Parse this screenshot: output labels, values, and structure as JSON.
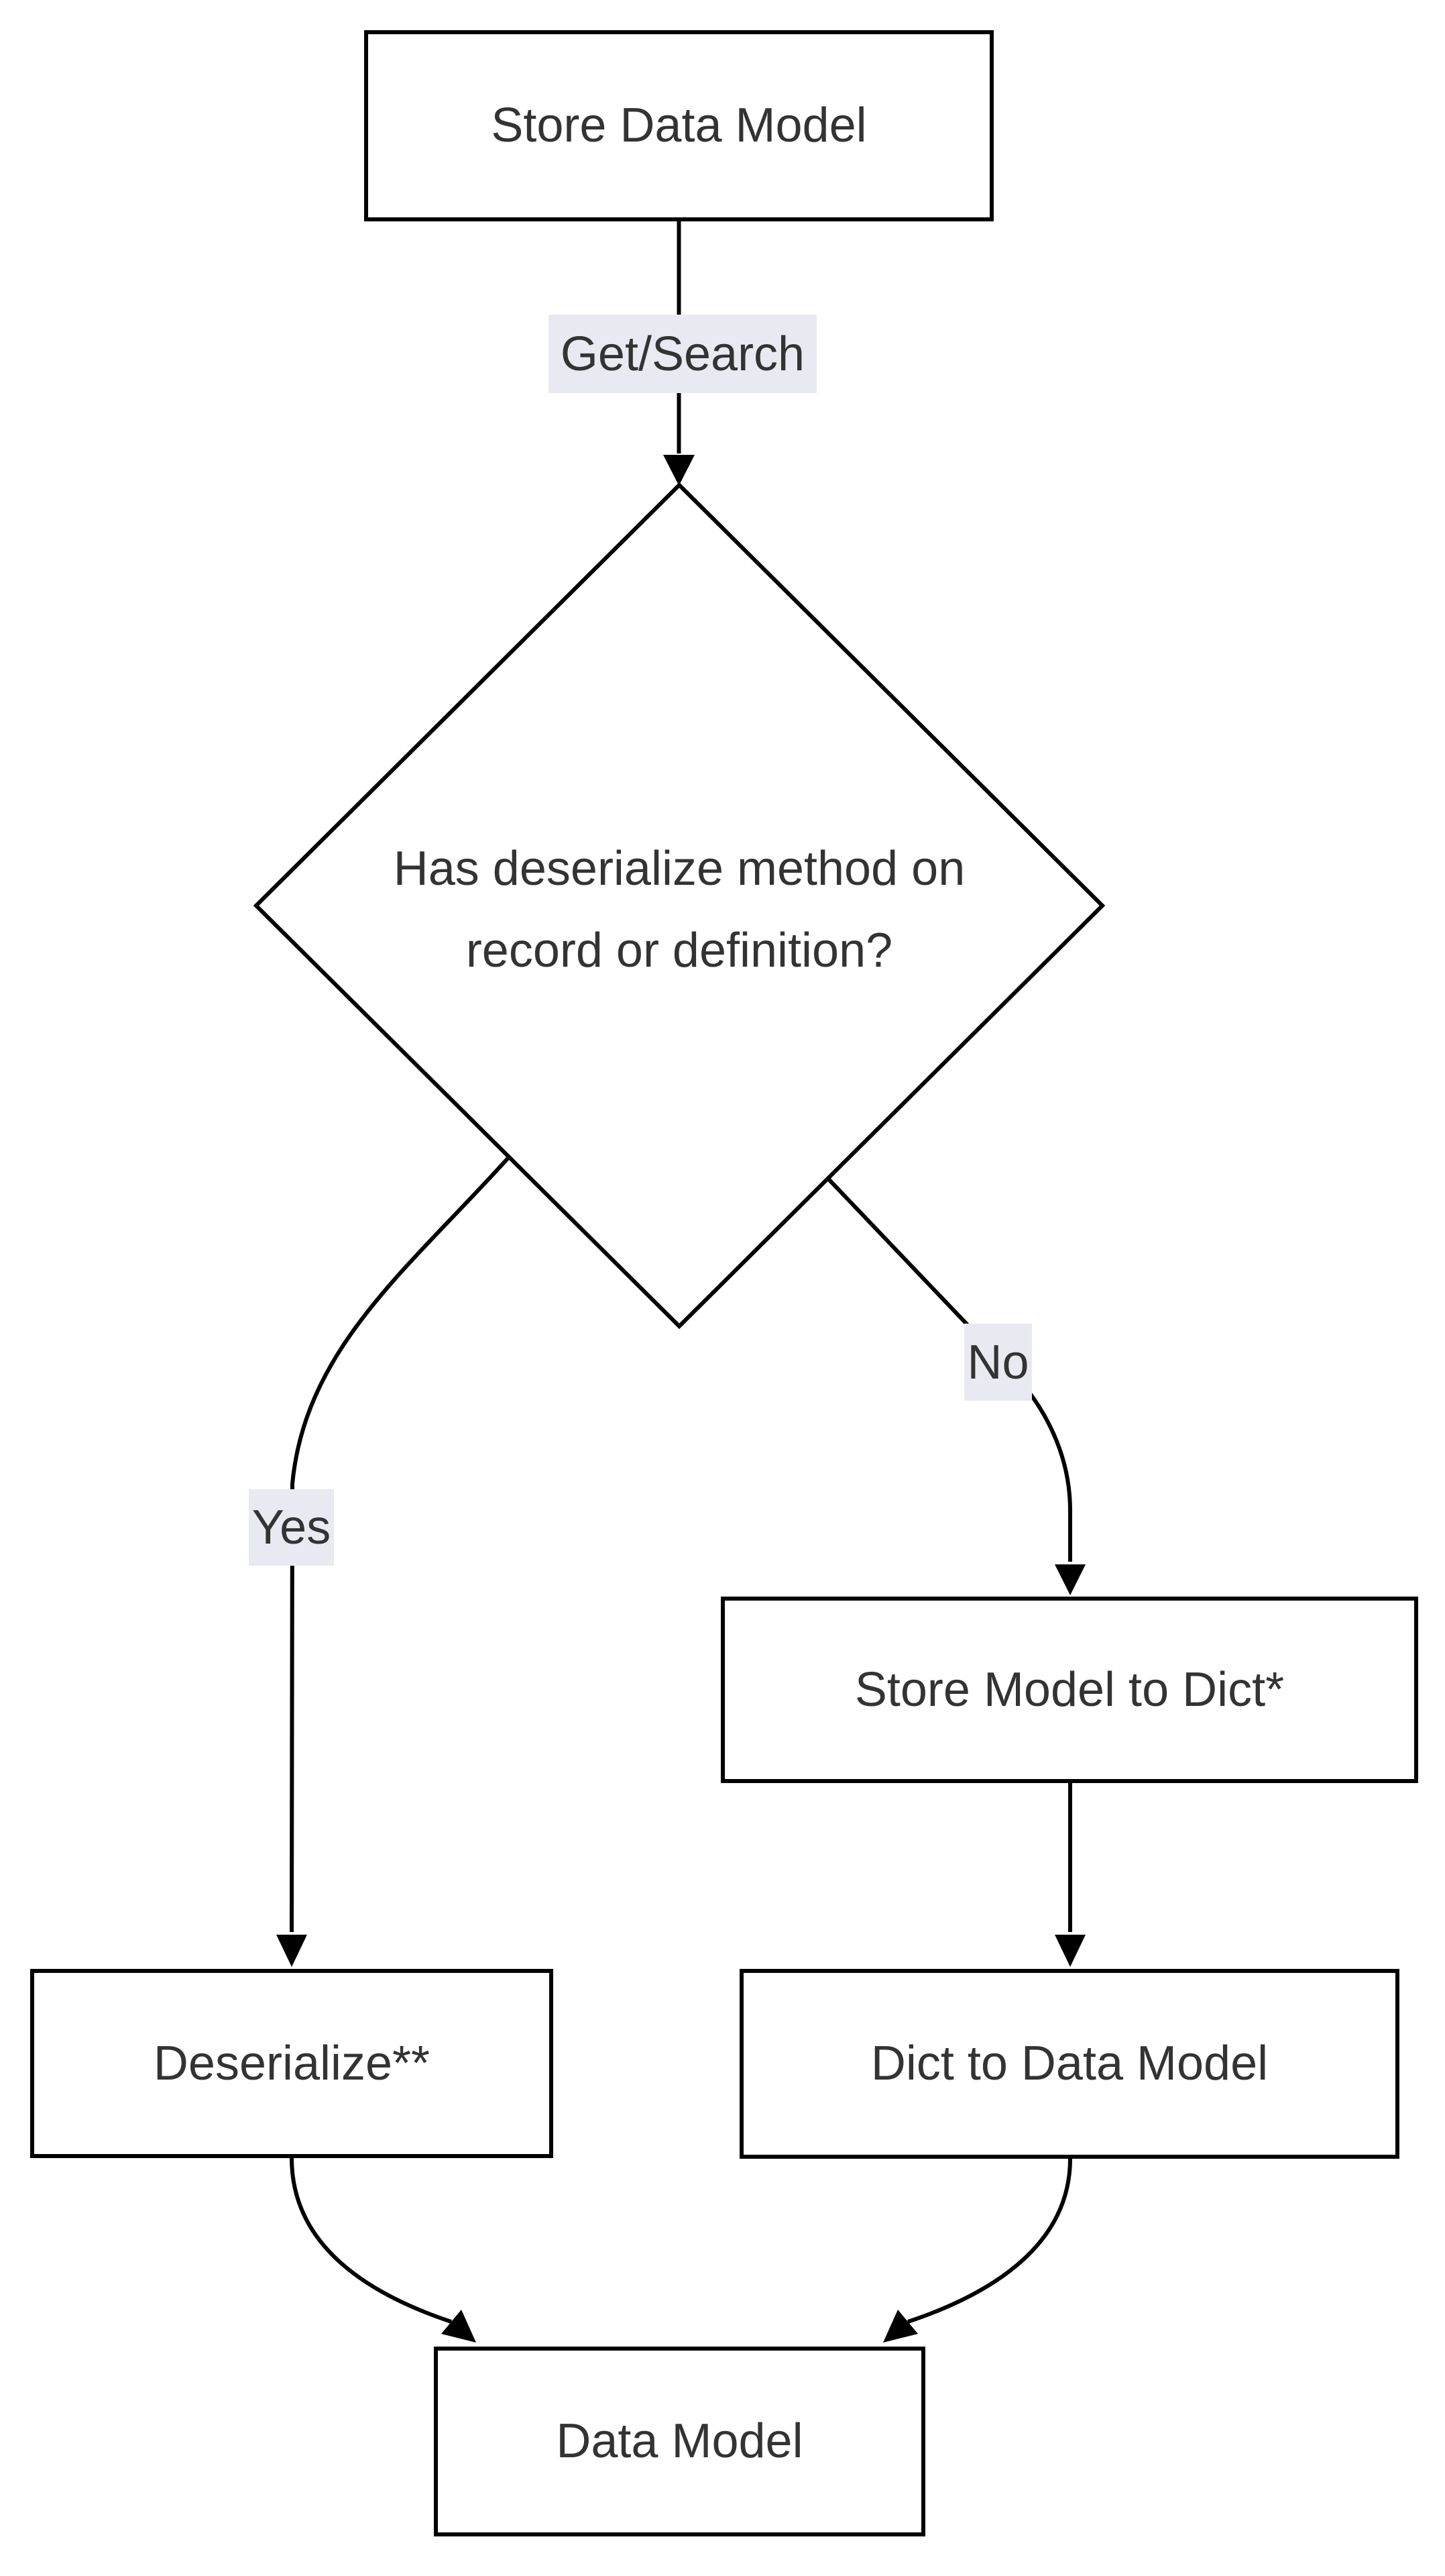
{
  "diagram": {
    "type": "flowchart",
    "direction": "top-down",
    "nodes": [
      {
        "id": "store-data-model",
        "shape": "rectangle",
        "label": "Store Data Model"
      },
      {
        "id": "has-deserialize-method",
        "shape": "diamond",
        "label": "Has deserialize method on record or definition?",
        "lines": [
          "Has deserialize method on",
          "record or definition?"
        ]
      },
      {
        "id": "deserialize",
        "shape": "rectangle",
        "label": "Deserialize**"
      },
      {
        "id": "store-model-to-dict",
        "shape": "rectangle",
        "label": "Store Model to Dict*"
      },
      {
        "id": "dict-to-data-model",
        "shape": "rectangle",
        "label": "Dict to Data Model"
      },
      {
        "id": "data-model",
        "shape": "rectangle",
        "label": "Data Model"
      }
    ],
    "edges": [
      {
        "from": "store-data-model",
        "to": "has-deserialize-method",
        "label": "Get/Search"
      },
      {
        "from": "has-deserialize-method",
        "to": "deserialize",
        "label": "Yes"
      },
      {
        "from": "has-deserialize-method",
        "to": "store-model-to-dict",
        "label": "No"
      },
      {
        "from": "store-model-to-dict",
        "to": "dict-to-data-model",
        "label": ""
      },
      {
        "from": "deserialize",
        "to": "data-model",
        "label": ""
      },
      {
        "from": "dict-to-data-model",
        "to": "data-model",
        "label": ""
      }
    ],
    "colors": {
      "canvas_bg": "#ffffff",
      "node_fill": "#ffffff",
      "node_border": "#000000",
      "edge_stroke": "#000000",
      "text": "#333333",
      "edge_label_bg": "#e9e9f2"
    }
  }
}
